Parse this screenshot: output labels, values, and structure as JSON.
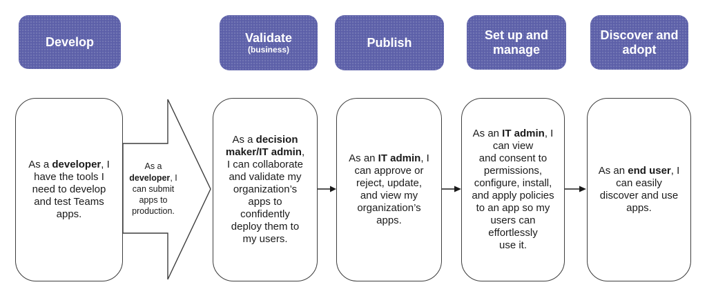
{
  "colors": {
    "accent": "#5C5FA8",
    "canvas": "#ffffff",
    "card_border": "#3d3d3d",
    "text": "#1a1a1a",
    "header_text": "#ffffff"
  },
  "stages": [
    {
      "header": "Develop",
      "body_lines": [
        [
          {
            "t": "As a "
          },
          {
            "t": "developer",
            "b": true
          },
          {
            "t": ", I"
          }
        ],
        [
          {
            "t": "have the tools I"
          }
        ],
        [
          {
            "t": "need to develop"
          }
        ],
        [
          {
            "t": "and test Teams"
          }
        ],
        [
          {
            "t": "apps."
          }
        ]
      ]
    },
    {
      "header": "Validate",
      "header_sub": "(business)",
      "body_lines": [
        [
          {
            "t": "As a "
          },
          {
            "t": "decision",
            "b": true
          }
        ],
        [
          {
            "t": "maker/IT admin",
            "b": true
          },
          {
            "t": ","
          }
        ],
        [
          {
            "t": "I can collaborate"
          }
        ],
        [
          {
            "t": "and validate my"
          }
        ],
        [
          {
            "t": "organization’s"
          }
        ],
        [
          {
            "t": "apps to"
          }
        ],
        [
          {
            "t": "confidently"
          }
        ],
        [
          {
            "t": "deploy them to"
          }
        ],
        [
          {
            "t": "my users."
          }
        ]
      ]
    },
    {
      "header": "Publish",
      "body_lines": [
        [
          {
            "t": "As an "
          },
          {
            "t": "IT admin",
            "b": true
          },
          {
            "t": ", I"
          }
        ],
        [
          {
            "t": "can approve or"
          }
        ],
        [
          {
            "t": "reject, update,"
          }
        ],
        [
          {
            "t": "and view my"
          }
        ],
        [
          {
            "t": "organization’s"
          }
        ],
        [
          {
            "t": "apps."
          }
        ]
      ]
    },
    {
      "header": "Set up and manage",
      "body_lines": [
        [
          {
            "t": "As an "
          },
          {
            "t": "IT admin",
            "b": true
          },
          {
            "t": ", I"
          }
        ],
        [
          {
            "t": "can view"
          }
        ],
        [
          {
            "t": "and consent to"
          }
        ],
        [
          {
            "t": "permissions,"
          }
        ],
        [
          {
            "t": "configure, install,"
          }
        ],
        [
          {
            "t": "and apply policies"
          }
        ],
        [
          {
            "t": "to an app so my"
          }
        ],
        [
          {
            "t": "users can"
          }
        ],
        [
          {
            "t": "effortlessly"
          }
        ],
        [
          {
            "t": "use it."
          }
        ]
      ]
    },
    {
      "header": "Discover and adopt",
      "body_lines": [
        [
          {
            "t": "As an "
          },
          {
            "t": "end user",
            "b": true
          },
          {
            "t": ", I"
          }
        ],
        [
          {
            "t": "can easily"
          }
        ],
        [
          {
            "t": "discover and use"
          }
        ],
        [
          {
            "t": "apps."
          }
        ]
      ]
    }
  ],
  "connector_arrow": {
    "lines": [
      [
        {
          "t": "As a"
        }
      ],
      [
        {
          "t": "developer",
          "b": true
        },
        {
          "t": ", I"
        }
      ],
      [
        {
          "t": "can submit"
        }
      ],
      [
        {
          "t": "apps to"
        }
      ],
      [
        {
          "t": "production."
        }
      ]
    ]
  }
}
